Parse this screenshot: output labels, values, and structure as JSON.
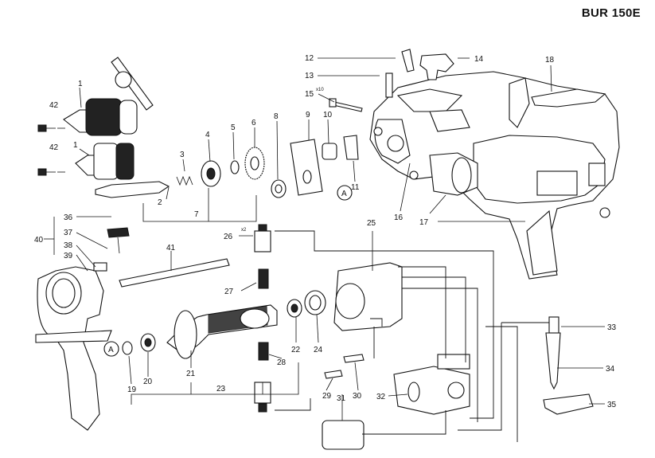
{
  "model": "BUR 150E",
  "labels": {
    "p1a": "1",
    "p1b": "1",
    "p2": "2",
    "p3": "3",
    "p4": "4",
    "p5": "5",
    "p6": "6",
    "p7": "7",
    "p8": "8",
    "p9": "9",
    "p10": "10",
    "p11": "11",
    "p12": "12",
    "p13": "13",
    "p14": "14",
    "p15": "15",
    "p15x": "x10",
    "p16": "16",
    "p17": "17",
    "p18": "18",
    "p19": "19",
    "p20": "20",
    "p21": "21",
    "p22": "22",
    "p23": "23",
    "p24": "24",
    "p25": "25",
    "p26": "26",
    "p26x": "x2",
    "p27": "27",
    "p28": "28",
    "p29": "29",
    "p30": "30",
    "p31": "31",
    "p32": "32",
    "p33": "33",
    "p34": "34",
    "p35": "35",
    "p36": "36",
    "p37": "37",
    "p38": "38",
    "p39": "39",
    "p40": "40",
    "p41": "41",
    "p42a": "42",
    "p42b": "42",
    "refA1": "A",
    "refA2": "A"
  }
}
